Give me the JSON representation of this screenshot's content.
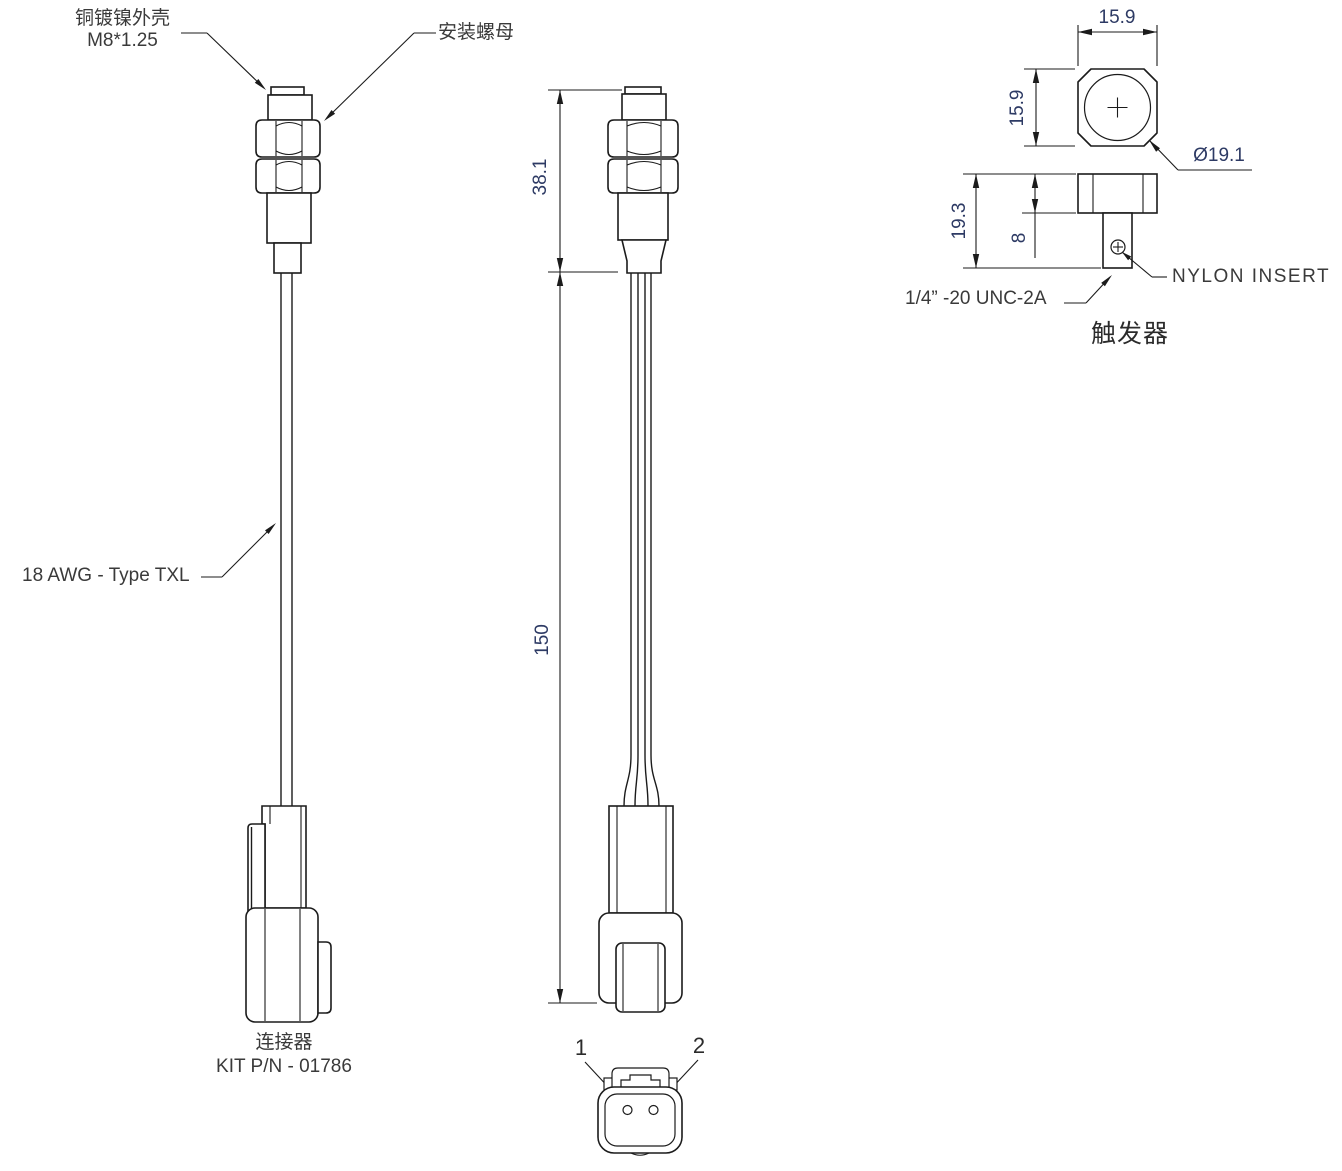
{
  "drawing": {
    "left_view": {
      "shell_label_line1": "铜镀镍外壳",
      "shell_label_line2": "M8*1.25",
      "nut_label": "安装螺母",
      "wire_label": "18 AWG - Type TXL",
      "connector_label": "连接器",
      "kit_label": "KIT P/N - 01786"
    },
    "middle_view": {
      "dim_sensor_length": "38.1",
      "dim_cable_length": "150",
      "pin1": "1",
      "pin2": "2"
    },
    "trigger_view": {
      "dim_width": "15.9",
      "dim_height": "15.9",
      "dim_diameter": "Ø19.1",
      "dim_total_height": "19.3",
      "dim_head_height": "8",
      "thread_spec": "1/4” -20 UNC-2A",
      "insert_label": "NYLON INSERT",
      "title": "触发器"
    }
  },
  "colors": {
    "background": "#ffffff",
    "line": "#1b1b1b",
    "dimension_text": "#2d3a64",
    "label_text": "#3a3a3a"
  }
}
